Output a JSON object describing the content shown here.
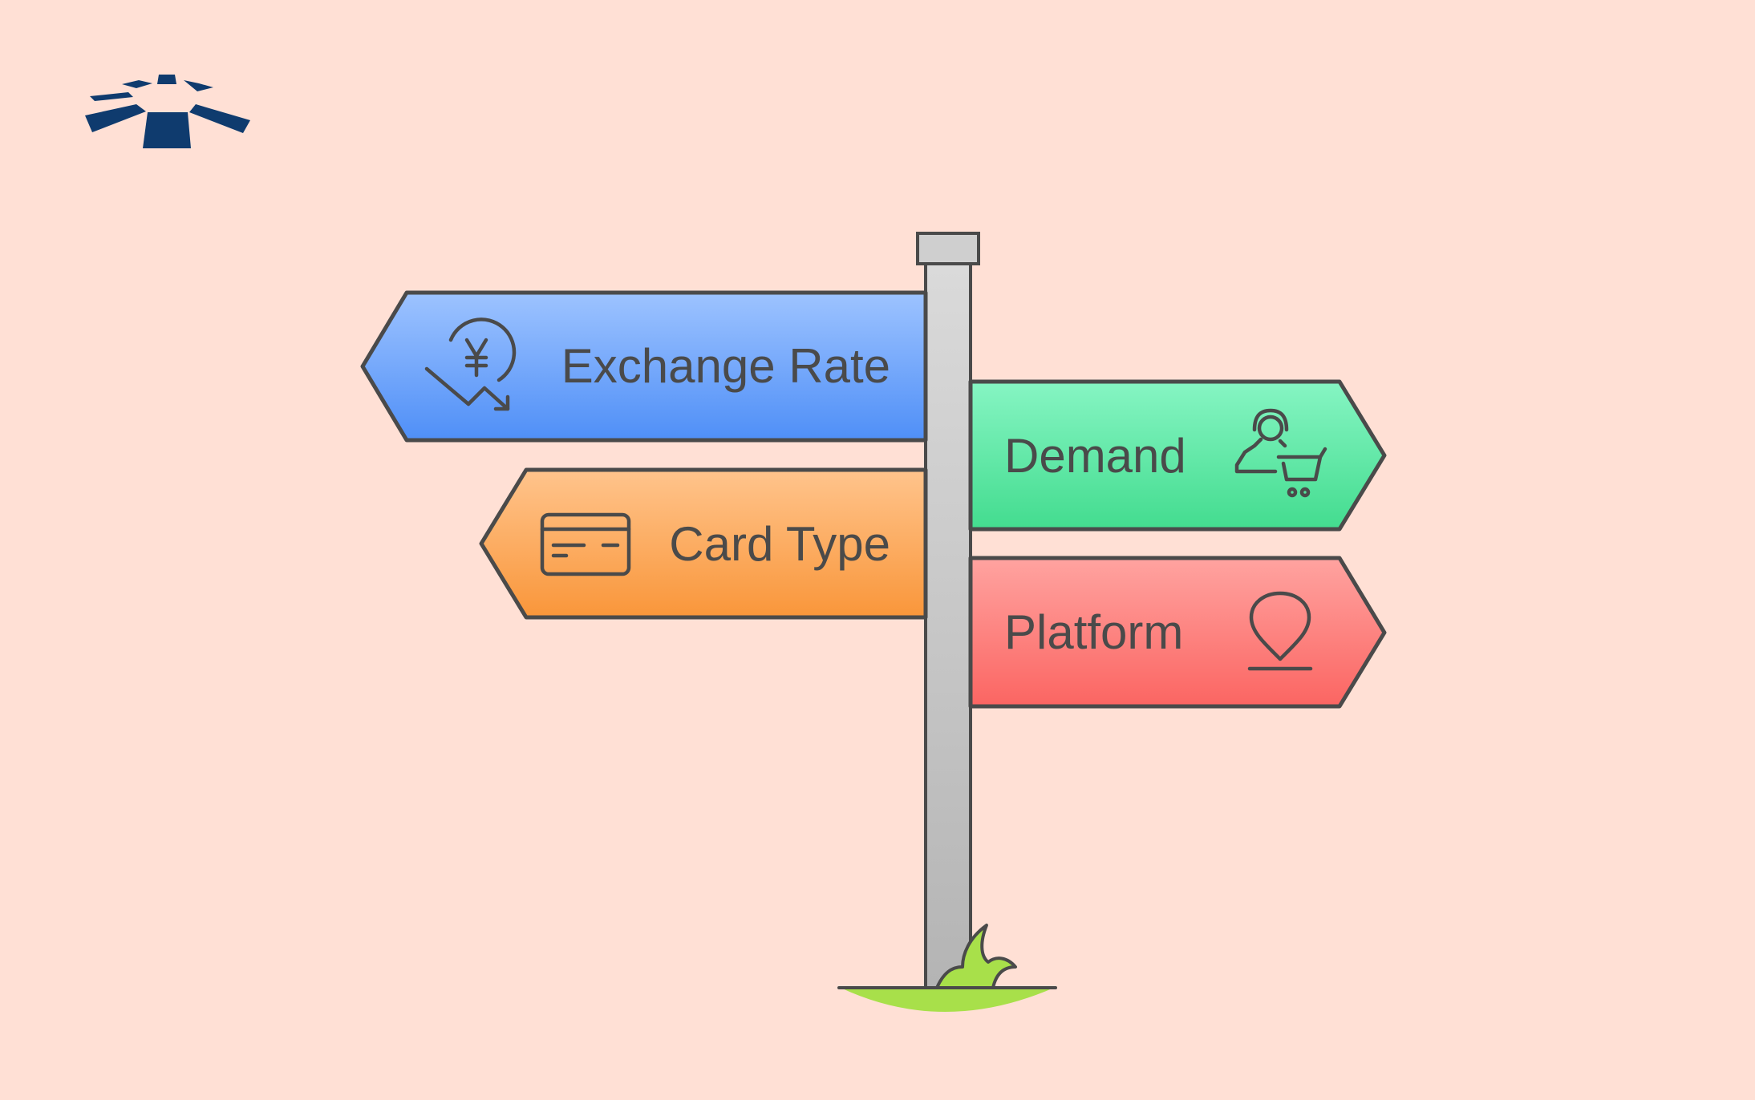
{
  "signs": {
    "exchange_rate": {
      "label": "Exchange Rate",
      "icon": "yen-decline-icon"
    },
    "card_type": {
      "label": "Card Type",
      "icon": "credit-card-icon"
    },
    "demand": {
      "label": "Demand",
      "icon": "shopper-cart-icon"
    },
    "platform": {
      "label": "Platform",
      "icon": "location-pin-icon"
    }
  },
  "colors": {
    "background": "#FFE0D5",
    "exchange_rate": [
      "#9DC3FF",
      "#4F8FF7"
    ],
    "card_type": [
      "#FFC48C",
      "#F9963A"
    ],
    "demand": [
      "#86F5C3",
      "#43DC8F"
    ],
    "platform": [
      "#FFA3A0",
      "#FB6562"
    ],
    "logo": "#0F3B6E",
    "grass": "#A8E04A"
  }
}
